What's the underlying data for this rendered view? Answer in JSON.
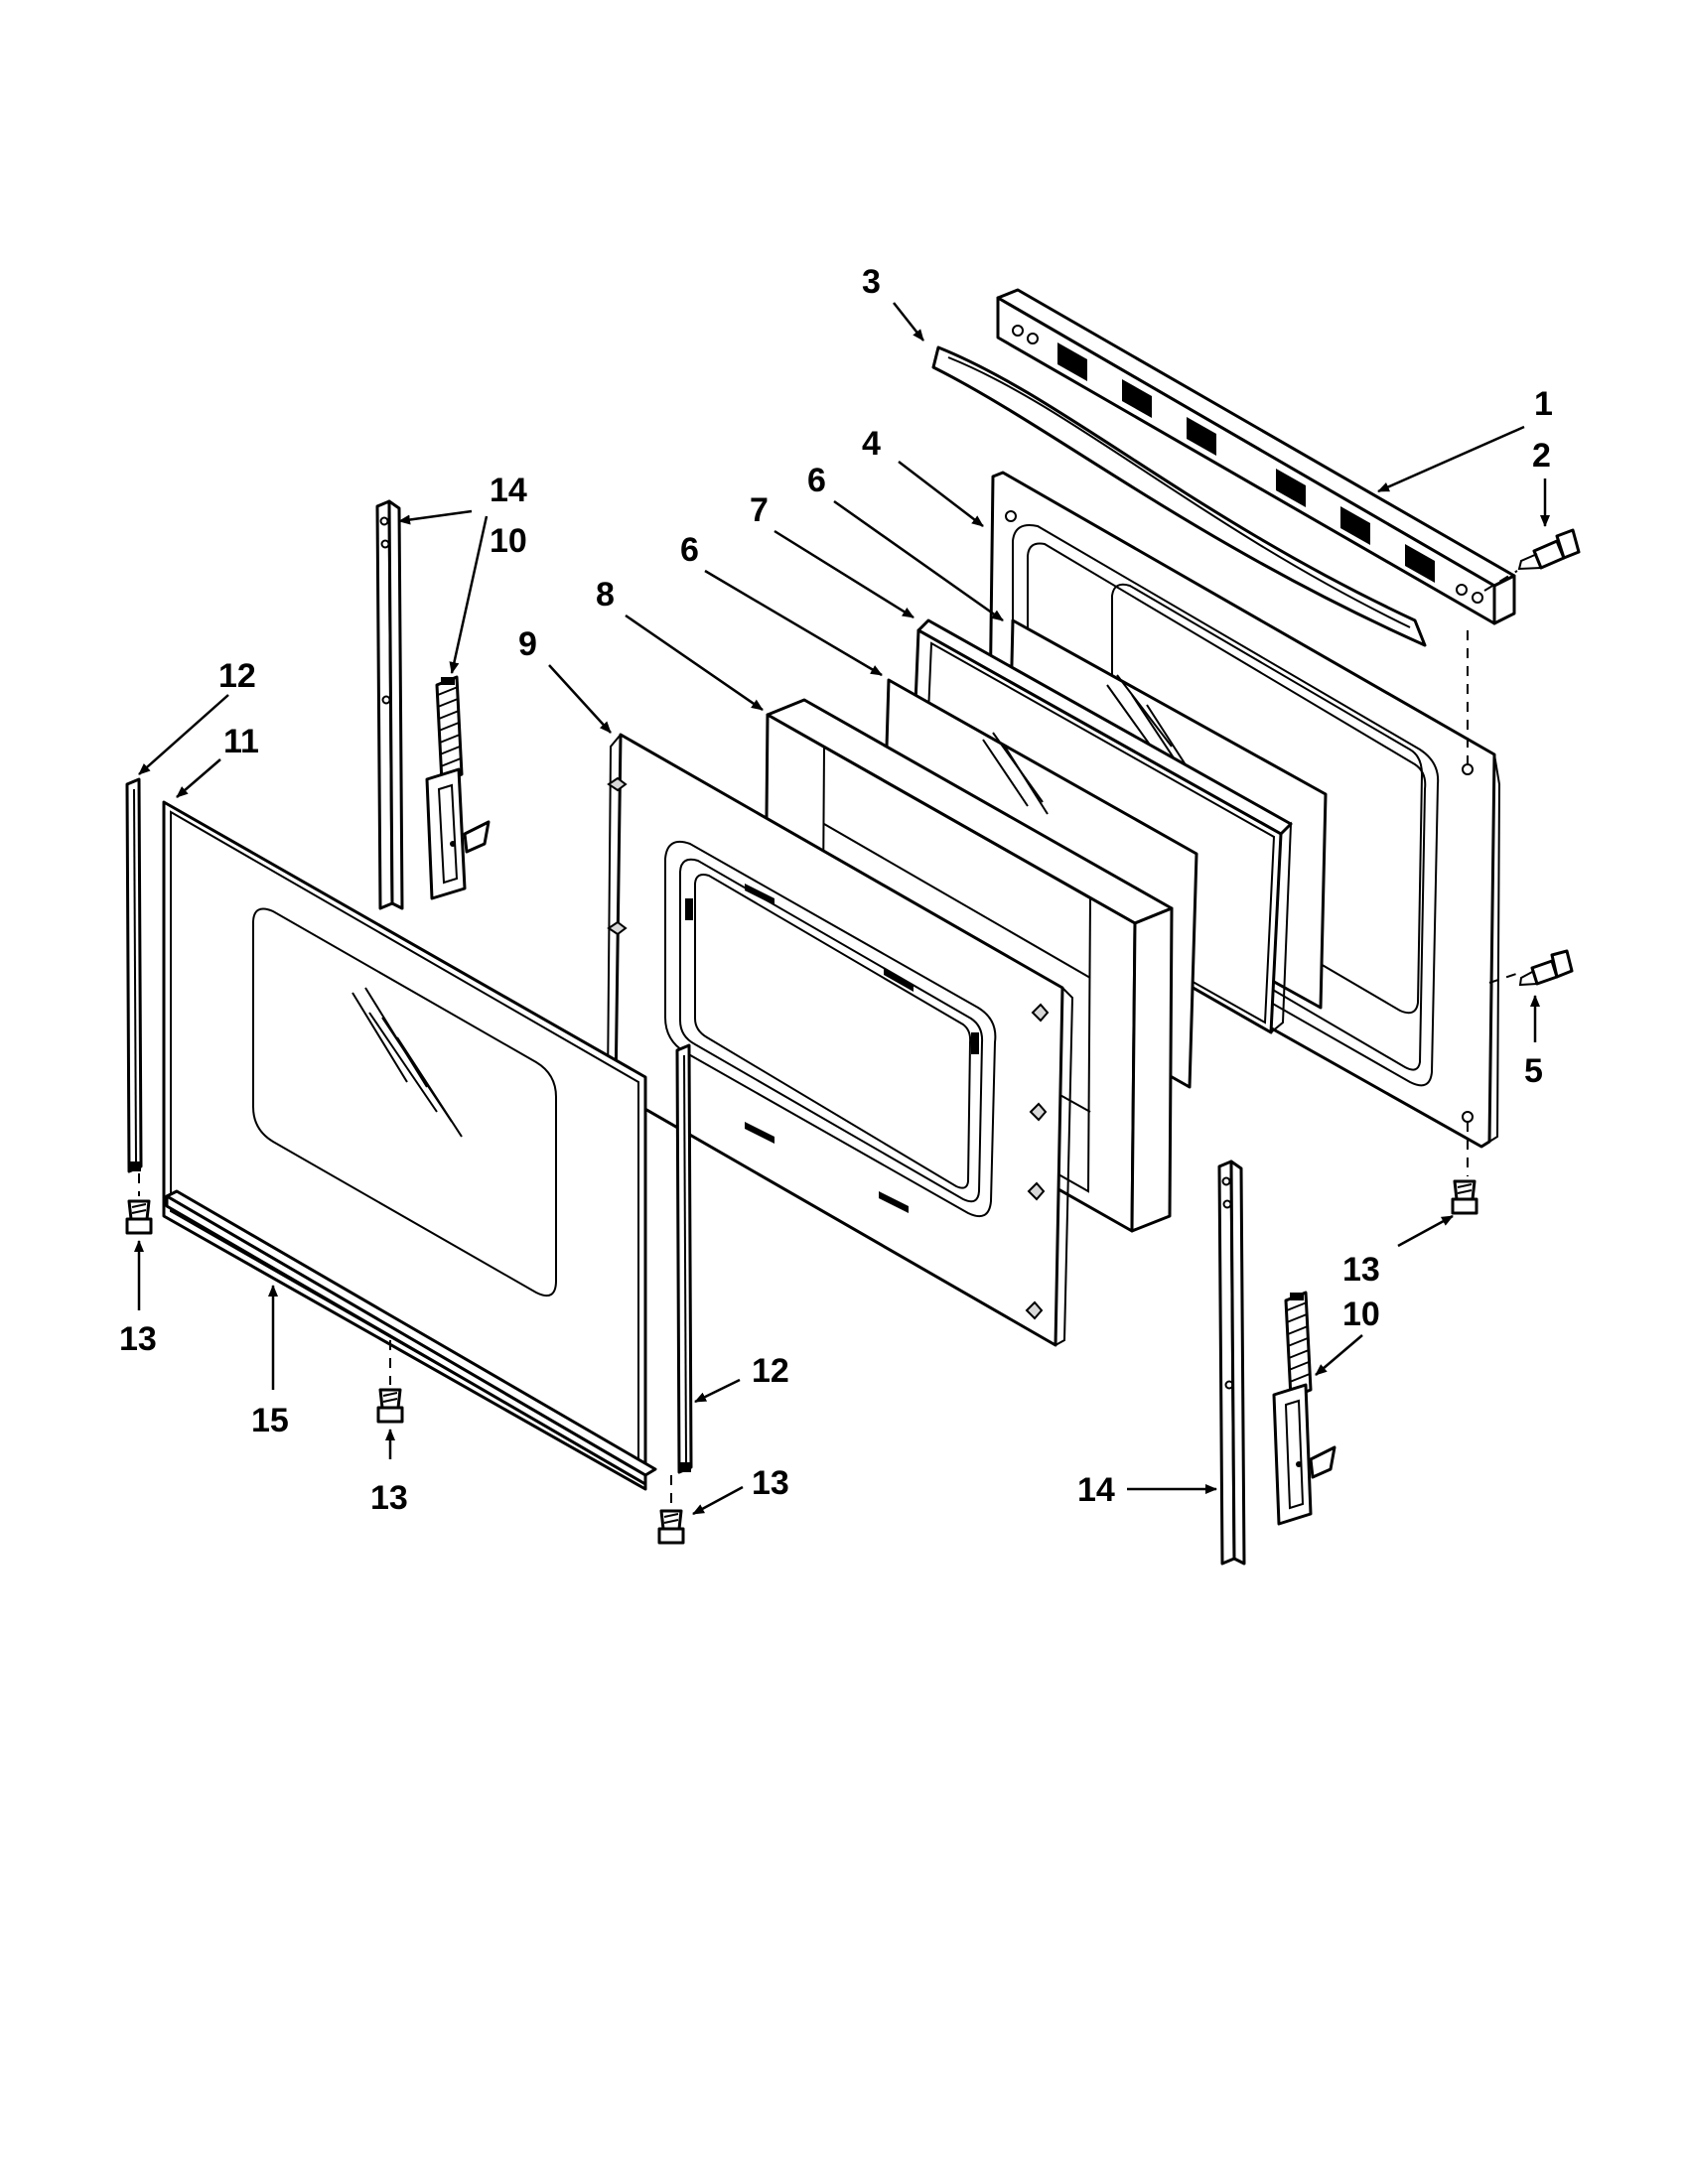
{
  "callouts": {
    "c1": "1",
    "c2": "2",
    "c3": "3",
    "c4": "4",
    "c5": "5",
    "c6a": "6",
    "c6b": "6",
    "c7": "7",
    "c8": "8",
    "c9": "9",
    "c10a": "10",
    "c10b": "10",
    "c11": "11",
    "c12a": "12",
    "c12b": "12",
    "c13a": "13",
    "c13b": "13",
    "c13c": "13",
    "c13d": "13",
    "c14a": "14",
    "c14b": "14",
    "c15": "15"
  }
}
